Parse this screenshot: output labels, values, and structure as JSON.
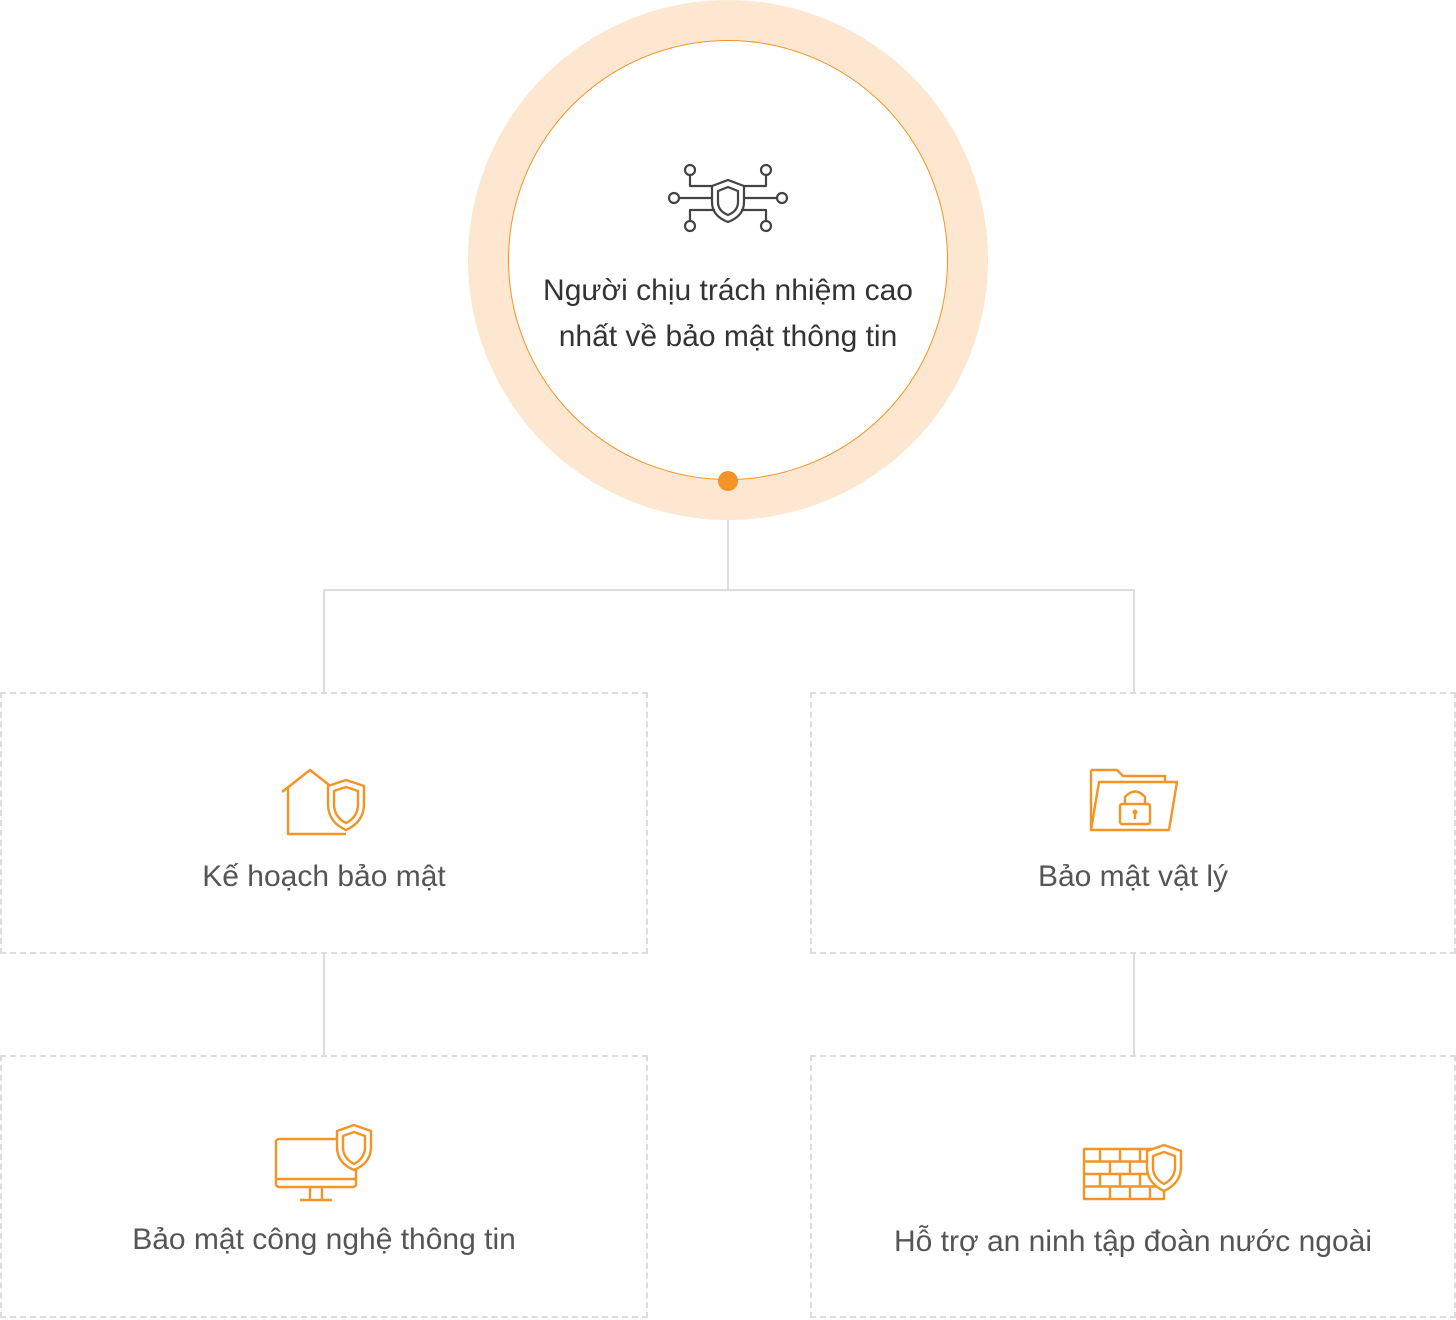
{
  "root": {
    "title_line1": "Người chịu trách nhiệm cao",
    "title_line2": "nhất về bảo mật thông tin",
    "icon": "shield-network-icon"
  },
  "nodes": [
    {
      "label": "Kế hoạch bảo mật",
      "icon": "house-shield-icon"
    },
    {
      "label": "Bảo mật vật lý",
      "icon": "folder-lock-icon"
    },
    {
      "label": "Bảo mật công nghệ thông tin",
      "icon": "monitor-shield-icon"
    },
    {
      "label": "Hỗ trợ an ninh tập đoàn nước ngoài",
      "icon": "firewall-shield-icon"
    }
  ],
  "colors": {
    "accent": "#f39425",
    "ring": "#fee7d0",
    "connector": "#dddddd",
    "box_border": "#dcdcdc",
    "text_dark": "#333333",
    "text_muted": "#555555"
  }
}
